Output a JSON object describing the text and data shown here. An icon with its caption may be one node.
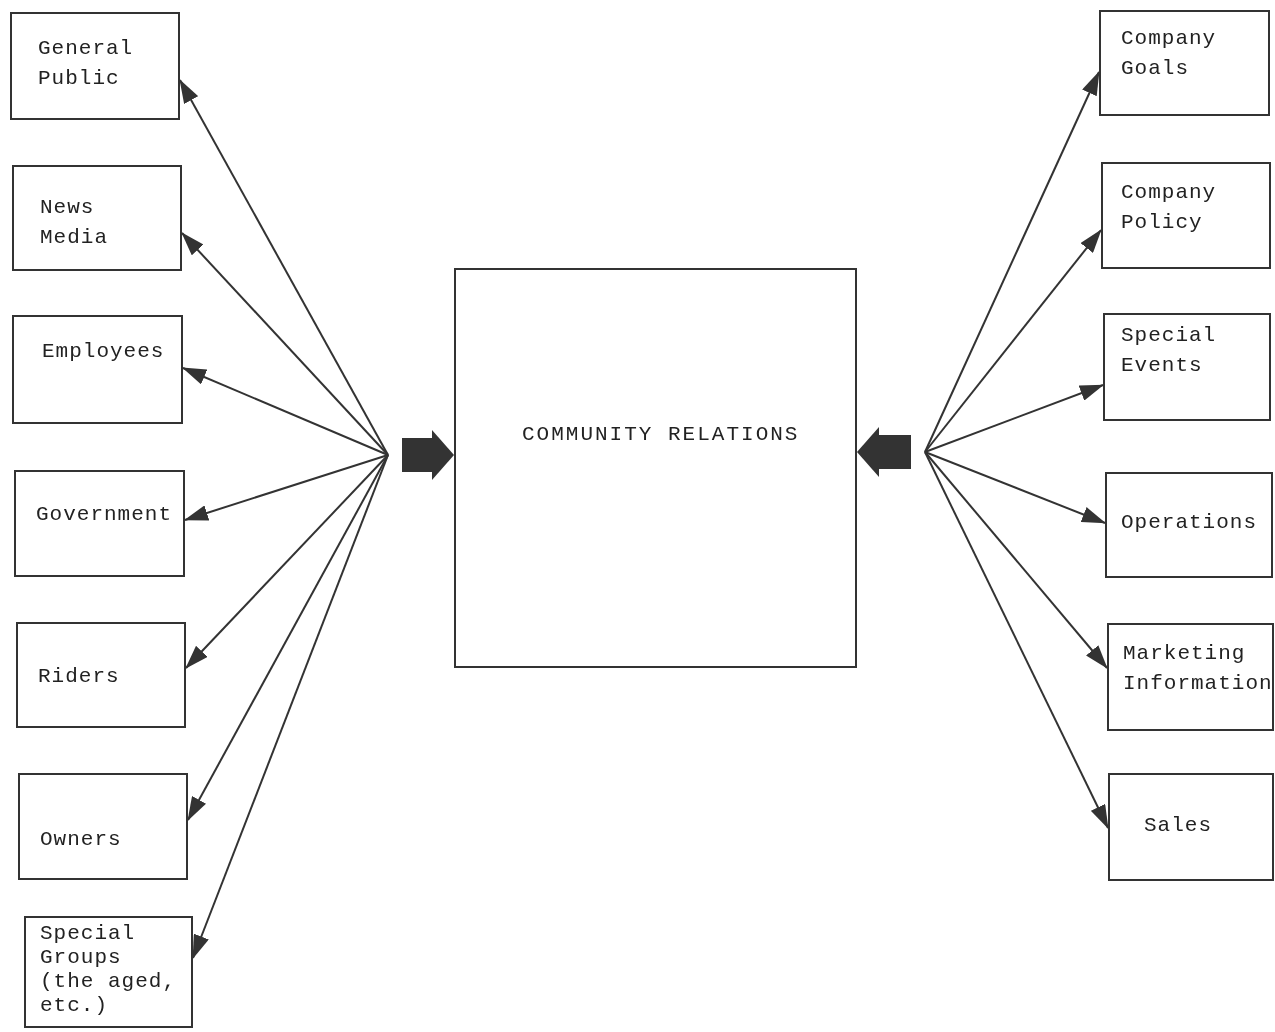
{
  "diagram": {
    "nodes": [
      {
        "text": [
          "General Public"
        ]
      },
      {
        "text": [
          "News Media"
        ]
      },
      {
        "text": [
          "Employees"
        ]
      },
      {
        "text": [
          "Government"
        ]
      },
      {
        "text": [
          "Riders"
        ]
      },
      {
        "text": [
          "Owners"
        ]
      },
      {
        "text": [
          "Special Groups (the aged, etc.)"
        ]
      },
      {
        "text": [
          "COMMUNITY RELATIONS"
        ]
      },
      {
        "text": [
          "Company Goals"
        ]
      },
      {
        "text": [
          "Company Policy"
        ]
      },
      {
        "text": [
          "Special Events"
        ]
      },
      {
        "text": [
          "Operations"
        ]
      },
      {
        "text": [
          "Marketing Information"
        ]
      },
      {
        "text": [
          "Sales"
        ]
      }
    ],
    "edges": [
      {
        "from": 7,
        "to": 0,
        "arrow": "both"
      },
      {
        "from": 7,
        "to": 1,
        "arrow": "both"
      },
      {
        "from": 7,
        "to": 2,
        "arrow": "both"
      },
      {
        "from": 7,
        "to": 3,
        "arrow": "both"
      },
      {
        "from": 7,
        "to": 4,
        "arrow": "both"
      },
      {
        "from": 7,
        "to": 5,
        "arrow": "both"
      },
      {
        "from": 7,
        "to": 6,
        "arrow": "both"
      },
      {
        "from": 7,
        "to": 8,
        "arrow": "both"
      },
      {
        "from": 7,
        "to": 9,
        "arrow": "both"
      },
      {
        "from": 7,
        "to": 10,
        "arrow": "both"
      },
      {
        "from": 7,
        "to": 11,
        "arrow": "both"
      },
      {
        "from": 7,
        "to": 12,
        "arrow": "both"
      },
      {
        "from": 7,
        "to": 13,
        "arrow": "both"
      }
    ]
  }
}
